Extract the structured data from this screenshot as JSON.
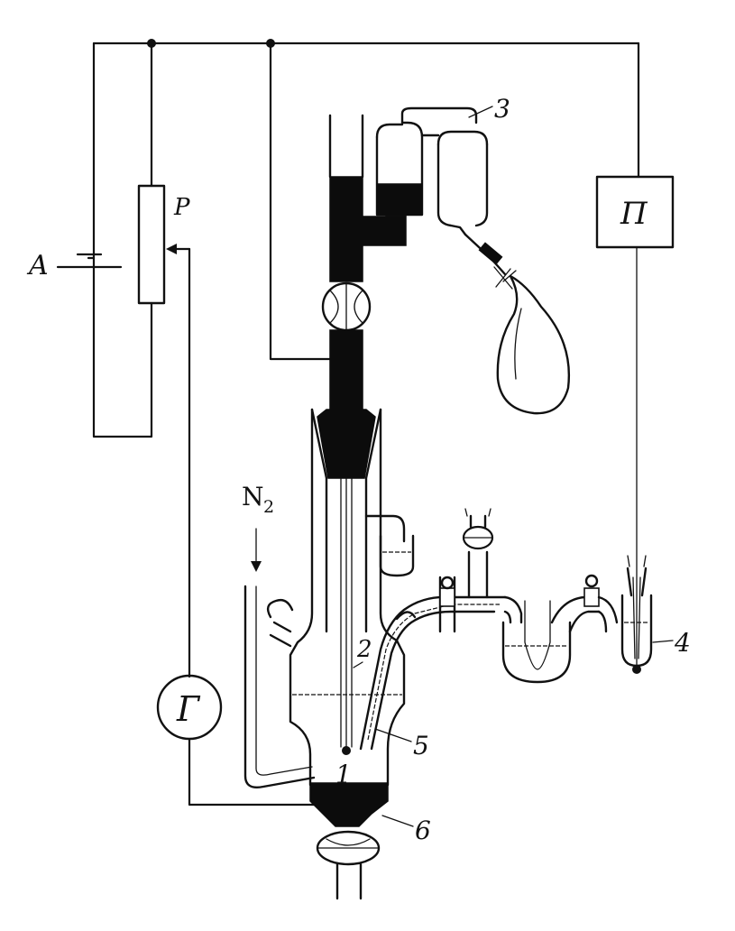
{
  "diagram": {
    "labels": {
      "battery": "A",
      "rheostat": "P",
      "galvanometer": "Г",
      "potentiometer_box": "П",
      "nitrogen": "N",
      "nitrogen_sub": "2",
      "cell": "1",
      "capillary": "2",
      "reservoir": "3",
      "reference_electrode": "4",
      "salt_bridge": "5",
      "mercury_pool": "6"
    }
  }
}
